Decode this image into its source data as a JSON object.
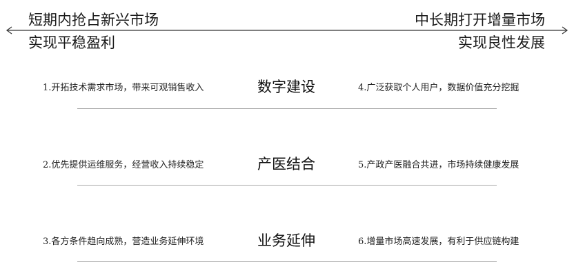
{
  "top_left": {
    "line1": "短期内抢占新兴市场",
    "line2": "实现平稳盈利"
  },
  "top_right": {
    "line1": "中长期打开增量市场",
    "line2": "实现良性发展"
  },
  "rows": [
    {
      "left": "1.开拓技术需求市场，带来可观销售收入",
      "center": "数字建设",
      "right": "4.广泛获取个人用户，数据价值充分挖掘"
    },
    {
      "left": "2.优先提供运维服务，经营收入持续稳定",
      "center": "产医结合",
      "right": "5.产政产医融合共进，市场持续健康发展"
    },
    {
      "left": "3.各方条件趋向成熟，营造业务延伸环境",
      "center": "业务延伸",
      "right": "6.增量市场高速发展，有利于供应链构建"
    }
  ],
  "colors": {
    "text": "#1a1a1a",
    "divider": "#a8a8a8",
    "arrow": "#333333"
  }
}
